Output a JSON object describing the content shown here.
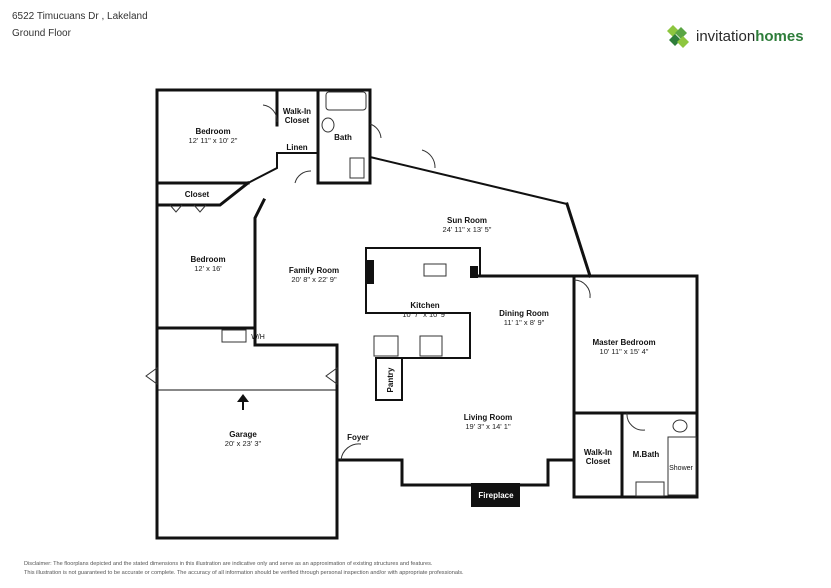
{
  "header": {
    "address": "6522 Timucuans Dr , Lakeland",
    "floor": "Ground Floor"
  },
  "brand": {
    "name_light": "invitation",
    "name_bold": "homes",
    "logo_icon": "diamond-cluster-logo",
    "colors": {
      "light_green": "#8dc63f",
      "dark_green": "#2e7d3a",
      "mid_green": "#5aa544"
    }
  },
  "rooms": {
    "bedroom1": {
      "name": "Bedroom",
      "dims": "12' 11\" x 10' 2\""
    },
    "walkin1": {
      "name_line1": "Walk-In",
      "name_line2": "Closet"
    },
    "bath": {
      "name": "Bath"
    },
    "linen": {
      "name": "Linen"
    },
    "closet": {
      "name": "Closet"
    },
    "bedroom2": {
      "name": "Bedroom",
      "dims": "12' x 16'"
    },
    "sunroom": {
      "name": "Sun Room",
      "dims": "24' 11\" x 13' 5\""
    },
    "family": {
      "name": "Family Room",
      "dims": "20' 8\" x 22' 9\""
    },
    "kitchen": {
      "name": "Kitchen",
      "dims": "10' 7\" x 10' 9\""
    },
    "dining": {
      "name": "Dining Room",
      "dims": "11' 1\" x 8' 9\""
    },
    "master": {
      "name": "Master Bedroom",
      "dims": "10' 11\" x 15' 4\""
    },
    "wh": {
      "name": "W/H"
    },
    "pantry": {
      "name": "Pantry"
    },
    "garage": {
      "name": "Garage",
      "dims": "20' x 23' 3\""
    },
    "foyer": {
      "name": "Foyer"
    },
    "living": {
      "name": "Living Room",
      "dims": "19' 3\" x 14' 1\""
    },
    "walkin2": {
      "name_line1": "Walk-In",
      "name_line2": "Closet"
    },
    "mbath": {
      "name": "M.Bath"
    },
    "shower": {
      "name": "Shower"
    },
    "fireplace": {
      "name": "Fireplace"
    }
  },
  "disclaimer": {
    "line1": "Disclaimer: The floorplans depicted and the stated dimensions in this illustration are indicative only and serve as an approximation of existing structures and features.",
    "line2": "This illustration is not guaranteed to be accurate or complete. The accuracy of all information should be verified through personal inspection and/or with appropriate professionals."
  }
}
